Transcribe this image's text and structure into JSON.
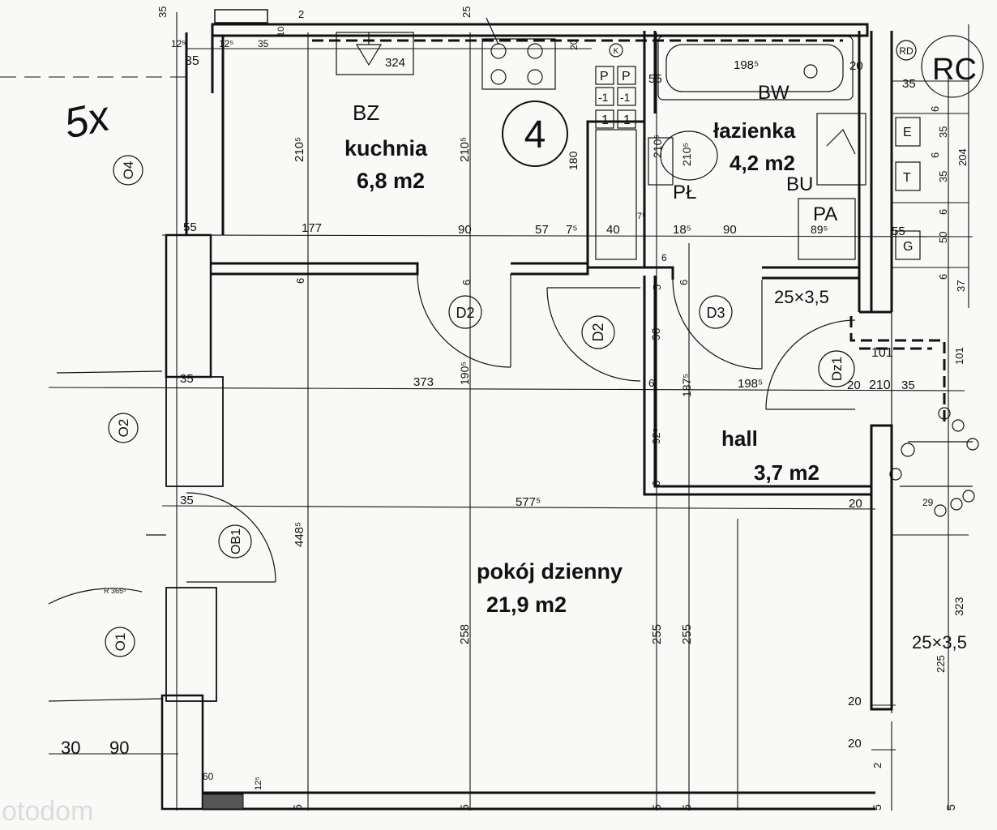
{
  "handwritten_note": "5x",
  "unit_number": "4",
  "watermark": "otodom",
  "rooms": {
    "kitchen": {
      "code": "BZ",
      "name": "kuchnia",
      "area": "6,8 m2"
    },
    "bathroom": {
      "code": "BW",
      "name": "łazienka",
      "area": "4,2 m2",
      "fixture_bu": "BU",
      "fixture_pa": "PA",
      "fixture_pl": "PŁ"
    },
    "hall": {
      "name": "hall",
      "area": "3,7 m2"
    },
    "living": {
      "name": "pokój dzienny",
      "area": "21,9 m2"
    }
  },
  "circles": {
    "o4": "O4",
    "o2": "O2",
    "ob1": "OB1",
    "o1": "O1",
    "d2a": "D2",
    "d2b": "D2",
    "d3": "D3",
    "dz1": "Dz1",
    "k": "K",
    "rd": "RD"
  },
  "box_labels": {
    "rc": "RC",
    "e": "E",
    "t": "T",
    "g": "G",
    "p1": "P",
    "p2": "P",
    "m1a": "-1",
    "m1b": "-1",
    "one_a": "1",
    "one_b": "1"
  },
  "duct_labels": {
    "top": "25×3,5",
    "bottom": "25×3,5"
  },
  "dims": {
    "d35_top": "35",
    "d2_top": "2",
    "d25_top": "25",
    "d125_a": "12⁵",
    "d125_b": "12⁵",
    "d35_a": "35",
    "d35_b": "35",
    "d10": "10",
    "d324": "324",
    "d20_a": "20",
    "d1985_a": "198⁵",
    "d55_a": "55",
    "d20_b": "20",
    "d35_c": "35",
    "d2105_a": "210⁵",
    "d2105_b": "210⁵",
    "d180": "180",
    "d2105_c": "210⁵",
    "d2105_d": "210⁵",
    "d6_a": "6",
    "d35_d": "35",
    "d6_b": "6",
    "d35_e": "35",
    "d204": "204",
    "d6_c": "6",
    "d55_b": "55",
    "d177": "177",
    "d90_a": "90",
    "d57": "57",
    "d75_a": "7⁵",
    "d40": "40",
    "d75_b": "7⁵",
    "d185": "18⁵",
    "d90_b": "90",
    "d895": "89⁵",
    "d55_c": "55",
    "d50": "50",
    "d6_d": "6",
    "d37": "37",
    "d6_e": "6",
    "d6_f": "6",
    "d6_g": "6",
    "d5_a": "5",
    "d6_h": "6",
    "d90_c": "90",
    "d101_a": "101",
    "d101_b": "101",
    "d35_f": "35",
    "d373": "373",
    "d1905": "190⁵",
    "d6_i": "6",
    "d1875": "187⁵",
    "d1985_b": "198⁵",
    "d20_c": "20",
    "d210": "210",
    "d35_g": "35",
    "d925": "92⁵",
    "d6_j": "6",
    "d35_h": "35",
    "d5775": "577⁵",
    "d20_d": "20",
    "d29": "29",
    "d4485": "448⁵",
    "r3655": "R 365⁵",
    "d323": "323",
    "d258": "258",
    "d255_a": "255",
    "d255_b": "255",
    "d225": "225",
    "d20_e": "20",
    "d20_f": "20",
    "d2_b": "2",
    "d30": "30",
    "d90_d": "90",
    "d60": "60",
    "d125_c": "12⁵",
    "d5_b": "5",
    "d5_c": "5",
    "d5_d": "5",
    "d5_e": "5",
    "d5_f": "5",
    "d5_g": "5"
  }
}
